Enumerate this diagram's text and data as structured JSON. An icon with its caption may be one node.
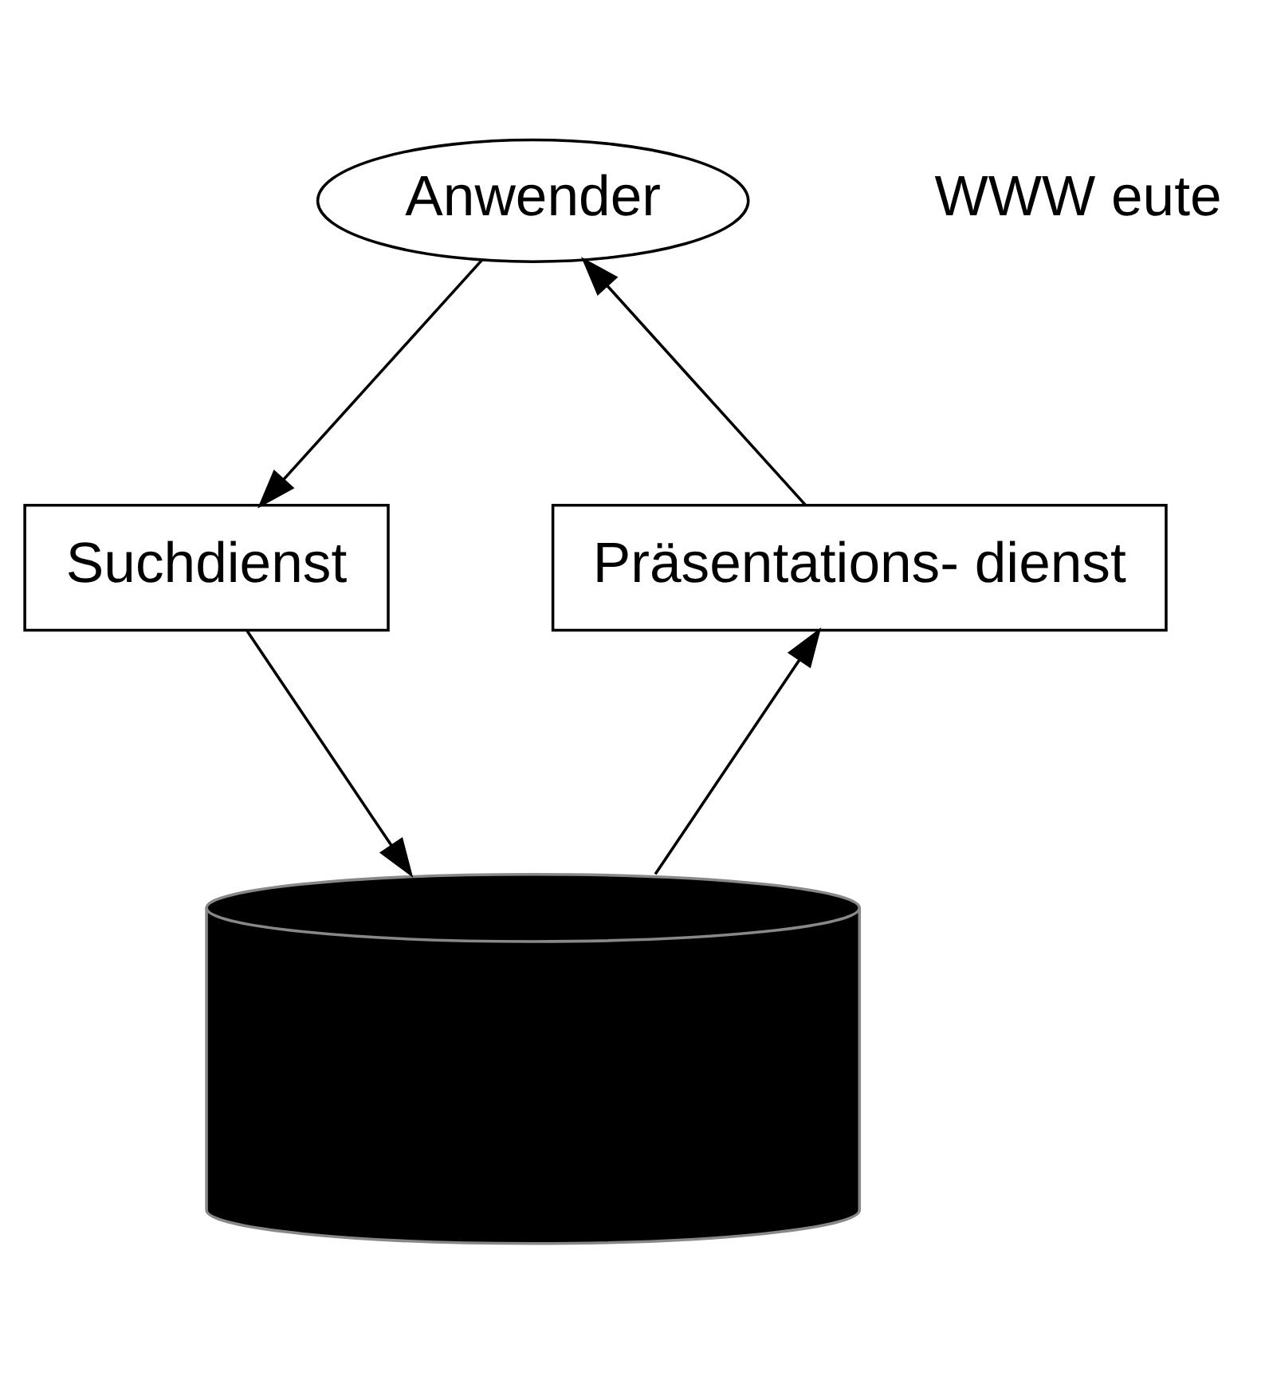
{
  "diagram": {
    "nodes": [
      {
        "text": [
          "Anwender"
        ]
      },
      {
        "text": [
          "Präsentations- dienst"
        ]
      },
      {
        "text": [
          "Suchdienst"
        ]
      },
      {
        "text": [],
        "shape": "cylinder"
      }
    ],
    "edges": [
      {
        "from": 1,
        "to": 0,
        "arrow": "to"
      },
      {
        "from": 0,
        "to": 2,
        "arrow": "to"
      },
      {
        "from": 2,
        "to": 3,
        "arrow": "to"
      },
      {
        "from": 3,
        "to": 1,
        "arrow": "to"
      }
    ],
    "labels": [
      "WWW eute"
    ]
  }
}
